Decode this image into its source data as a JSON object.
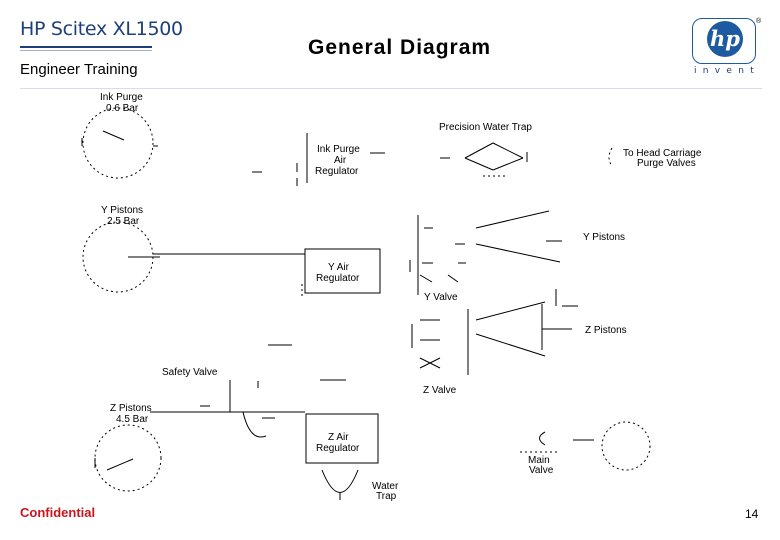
{
  "header": {
    "brand": "HP Scitex XL1500",
    "subtitle": "Engineer Training",
    "title": "General Diagram",
    "logo_text": "hp",
    "logo_tagline": "invent",
    "logo_registered": "®"
  },
  "diagram": {
    "ink_purge_gauge": [
      "Ink Purge",
      "0.6 Bar"
    ],
    "y_pistons_gauge": [
      "Y Pistons",
      "2.5 Bar"
    ],
    "z_pistons_gauge": [
      "Z Pistons",
      "4.5 Bar"
    ],
    "ink_purge_regulator": [
      "Ink Purge",
      "Air",
      "Regulator"
    ],
    "y_air_regulator": [
      "Y Air",
      "Regulator"
    ],
    "z_air_regulator": [
      "Z Air",
      "Regulator"
    ],
    "precision_water_trap": "Precision Water Trap",
    "head_carriage": [
      "To Head Carriage",
      "Purge Valves"
    ],
    "y_pistons": "Y Pistons",
    "y_valve": "Y Valve",
    "z_pistons": "Z Pistons",
    "z_valve": "Z Valve",
    "safety_valve": "Safety Valve",
    "main_valve": [
      "Main",
      "Valve"
    ],
    "water_trap": [
      "Water",
      "Trap"
    ]
  },
  "footer": {
    "confidential": "Confidential",
    "page_number": "14"
  },
  "colors": {
    "brand_blue": "#1f3f7a",
    "logo_blue": "#1e5aa0",
    "confidential_red": "#c8161d"
  }
}
